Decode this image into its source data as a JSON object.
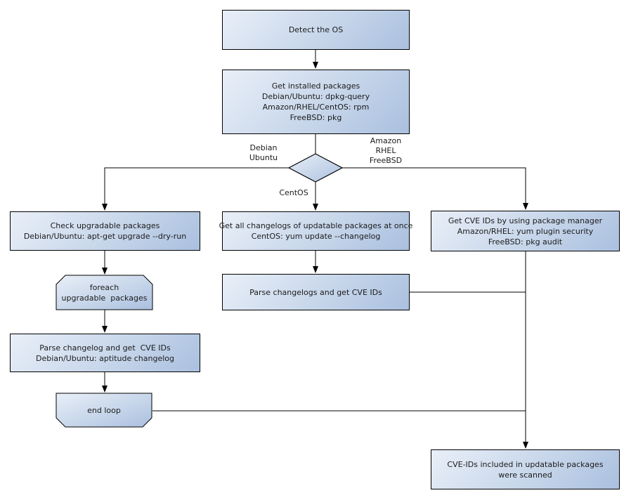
{
  "colors": {
    "node_gradient_start": "#e9eff8",
    "node_gradient_end": "#aac0df",
    "node_border": "#000000",
    "connector": "#000000",
    "text": "#1b1b1b",
    "background": "#ffffff"
  },
  "flowchart": {
    "nodes": {
      "detect_os": "Detect the OS",
      "get_installed_packages": "Get installed packages\nDebian/Ubuntu: dpkg-query\nAmazon/RHEL/CentOS: rpm\nFreeBSD: pkg",
      "check_upgradable": "Check upgradable packages\nDebian/Ubuntu: apt-get upgrade --dry-run",
      "get_all_changelogs": "Get all changelogs of updatable packages at once\nCentOS: yum update --changelog",
      "get_cve_ids_pkg_manager": "Get CVE IDs by using package manager\nAmazon/RHEL: yum plugin security\nFreeBSD: pkg audit",
      "foreach_loop": "foreach\nupgradable  packages",
      "parse_changelogs_mid": "Parse changelogs and get CVE IDs",
      "parse_changelog_left": "Parse changelog and get  CVE IDs\nDebian/Ubuntu: aptitude changelog",
      "end_loop": "end loop",
      "result": "CVE-IDs included in updatable packages\nwere scanned"
    },
    "edge_labels": {
      "left_branch": "Debian\nUbuntu",
      "right_branch": "Amazon\nRHEL\nFreeBSD",
      "center_branch": "CentOS"
    }
  }
}
